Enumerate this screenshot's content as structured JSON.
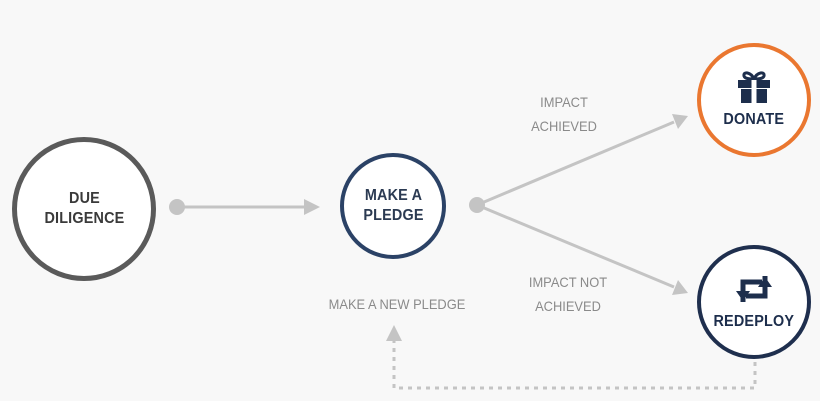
{
  "diagram": {
    "nodes": {
      "due_diligence": "DUE\nDILIGENCE",
      "make_pledge": "MAKE A\nPLEDGE",
      "donate": "DONATE",
      "redeploy": "REDEPLOY"
    },
    "edges": {
      "impact_achieved": "IMPACT\nACHIEVED",
      "impact_not_achieved": "IMPACT NOT\nACHIEVED",
      "new_pledge": "MAKE A NEW PLEDGE"
    },
    "icons": {
      "donate": "gift-icon",
      "redeploy": "retweet-icon"
    },
    "colors": {
      "due_diligence_border": "#5a5a5a",
      "pledge_border": "#2b4266",
      "donate_border": "#ea7730",
      "redeploy_border": "#1f2f4e",
      "connector": "#c4c4c4",
      "label_text": "#8a8a8a"
    }
  }
}
